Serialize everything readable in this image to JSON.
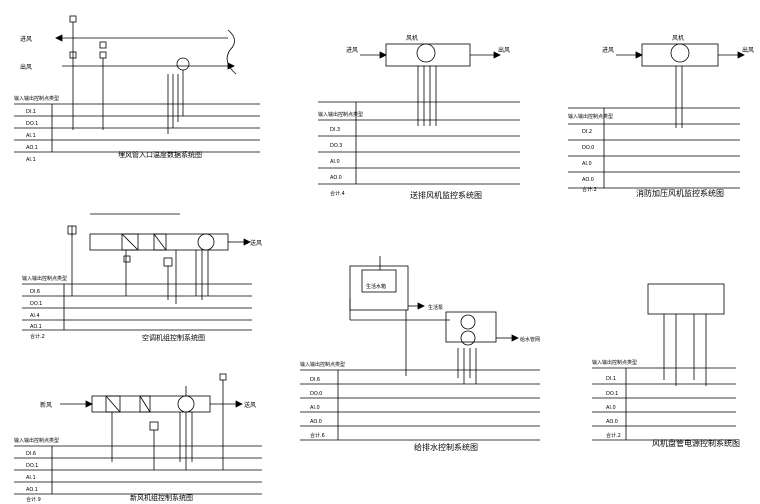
{
  "diagrams": {
    "d1": {
      "title": "埋风管入口温度数据系统图",
      "signal_header": "输入输出控制点类型",
      "rows": [
        "DI.1",
        "DO.1",
        "AI.1",
        "AO.1",
        "AI.1"
      ],
      "arrow_left": "进风",
      "arrow_right": "出风"
    },
    "d2": {
      "title": "送排风机监控系统图",
      "signal_header": "输入输出控制点类型",
      "rows": [
        "DI.3",
        "DO.3",
        "AI.0",
        "AO.0",
        "合计.4"
      ],
      "arrow_left": "进风",
      "arrow_right": "出风",
      "unit_label": "风机"
    },
    "d3": {
      "title": "消防加压风机监控系统图",
      "signal_header": "输入输出控制点类型",
      "rows": [
        "DI.2",
        "DO.0",
        "AI.0",
        "AO.0",
        "合计.2"
      ],
      "arrow_left": "进风",
      "arrow_right": "出风",
      "unit_label": "风机"
    },
    "d4": {
      "title": "空调机组控制系统图",
      "signal_header": "输入输出控制点类型",
      "rows": [
        "DI.6",
        "DO.1",
        "AI.4",
        "AO.1",
        "合计.2"
      ],
      "arrow_right": "送风"
    },
    "d5": {
      "title": "给排水控制系统图",
      "signal_header": "输入输出控制点类型",
      "rows": [
        "DI.6",
        "DO.0",
        "AI.0",
        "AO.0",
        "合计.6"
      ],
      "tank_label": "生活水箱",
      "pump_label": "生活泵",
      "out_label": "给水管网"
    },
    "d6": {
      "title": "新风机组控制系统图",
      "signal_header": "输入输出控制点类型",
      "rows": [
        "DI.6",
        "DO.1",
        "AI.1",
        "AO.1",
        "合计.9"
      ],
      "arrow_left": "新风",
      "arrow_right": "送风"
    },
    "d7": {
      "title": "风机盘管电源控制系统图",
      "signal_header": "输入输出控制点类型",
      "rows": [
        "DI.1",
        "DO.1",
        "AI.0",
        "AO.0",
        "合计.2"
      ]
    }
  }
}
